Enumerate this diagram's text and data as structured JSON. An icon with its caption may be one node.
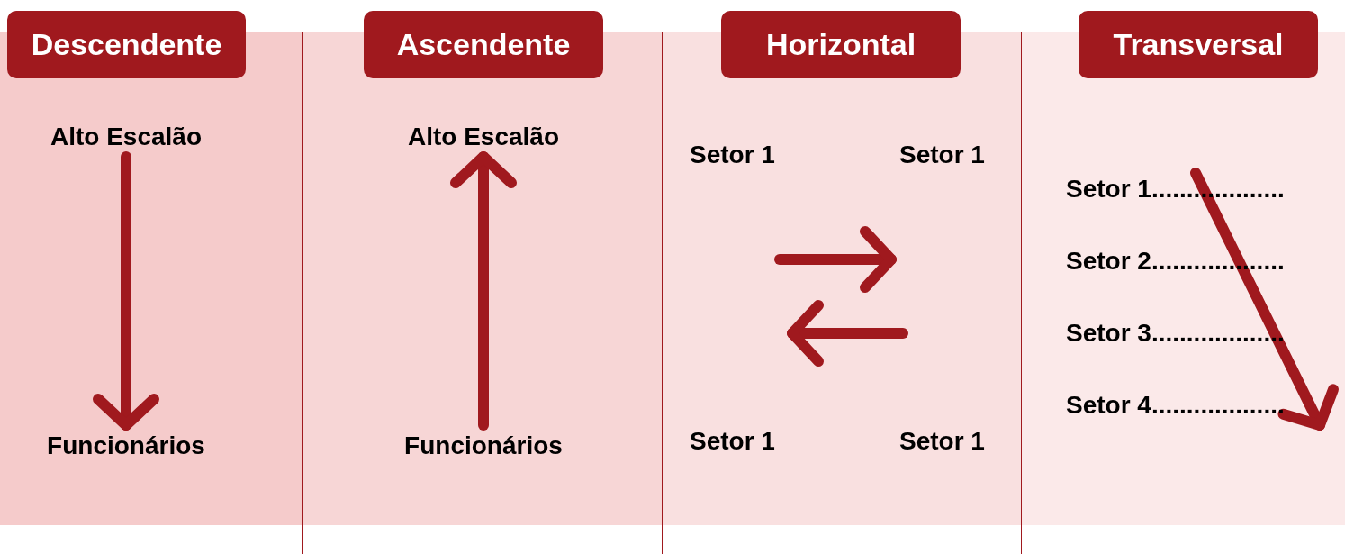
{
  "diagram": {
    "nodes": [
      {
        "text": [
          "Descendente"
        ]
      },
      {
        "text": [
          "Alto Escalão"
        ],
        "in": 0
      },
      {
        "text": [
          "Funcionários"
        ],
        "in": 0
      },
      {
        "text": [
          "Ascendente"
        ]
      },
      {
        "text": [
          "Alto Escalão"
        ],
        "in": 3
      },
      {
        "text": [
          "Funcionários"
        ],
        "in": 3
      },
      {
        "text": [
          "Horizontal"
        ]
      },
      {
        "text": [
          "Transversal"
        ]
      }
    ],
    "edges": [
      {
        "from": 1,
        "to": 2,
        "arrow": "to"
      },
      {
        "from": 5,
        "to": 4,
        "arrow": "to"
      }
    ],
    "labels": [
      "Setor 1",
      "Setor 1",
      "Setor 1",
      "Setor 1",
      "Setor 1...................",
      "Setor 2...................",
      "Setor 3...................",
      "Setor 4..................."
    ]
  }
}
